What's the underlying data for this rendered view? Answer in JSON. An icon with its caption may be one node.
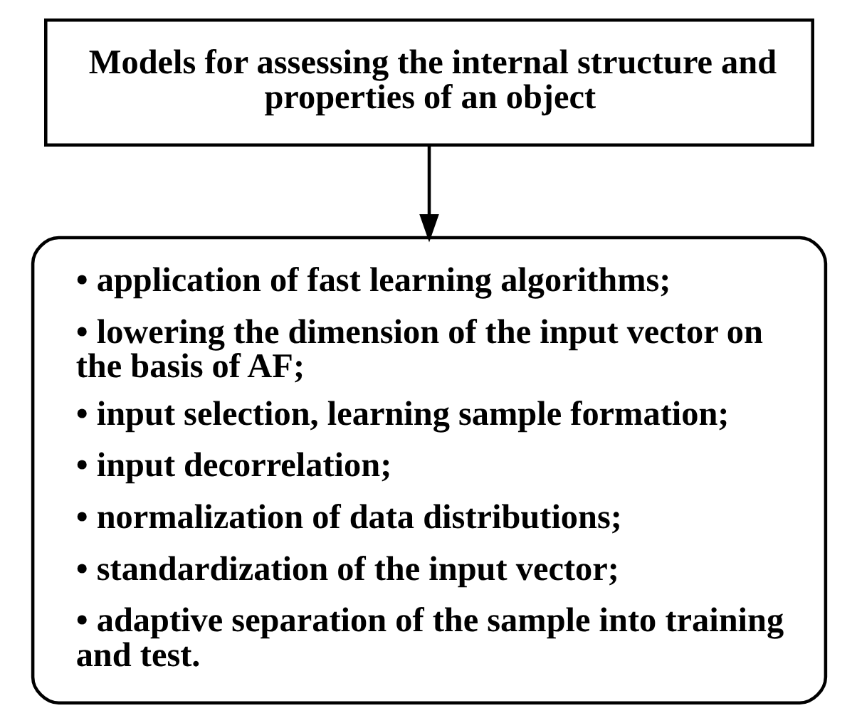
{
  "diagram": {
    "nodes": [
      {
        "text": [
          "Models for assessing the internal structure and properties of an object"
        ]
      },
      {
        "text": [
          "• application of fast learning algorithms;",
          "• lowering the dimension of the input vector on the basis of AF;",
          "• input selection, learning sample formation;",
          "• input decorrelation;",
          "• normalization of data distributions;",
          "• standardization of the input vector;",
          "• adaptive separation of the sample into training and test."
        ]
      }
    ],
    "edges": [
      {
        "from": 0,
        "to": 1,
        "arrow": "to"
      }
    ]
  }
}
